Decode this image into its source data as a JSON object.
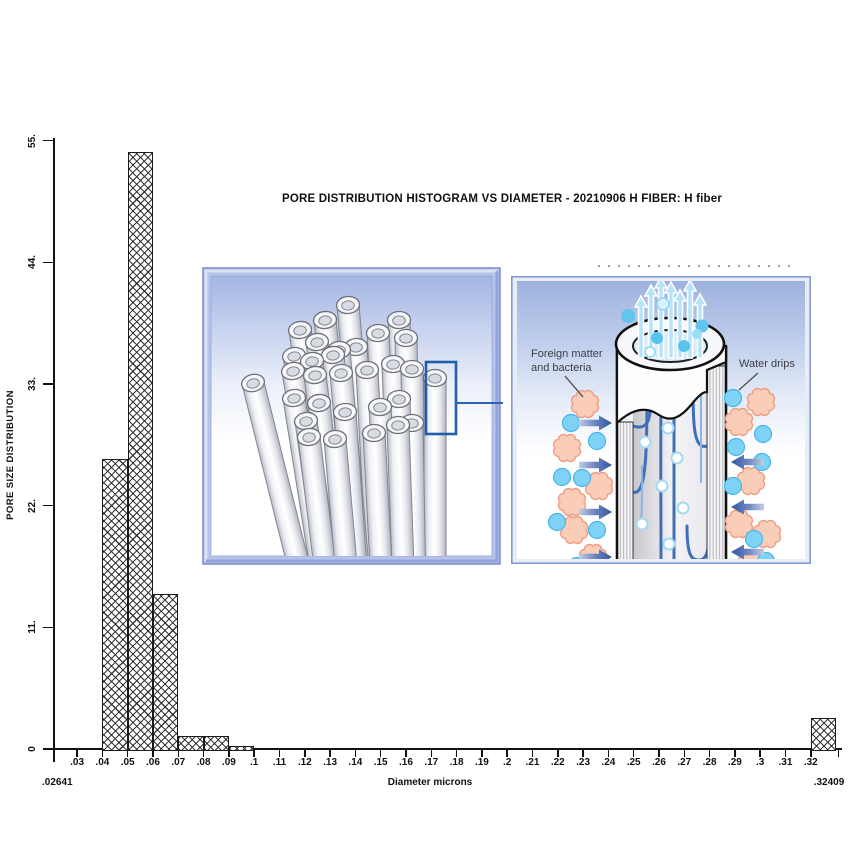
{
  "title": "PORE DISTRIBUTION HISTOGRAM VS DIAMETER - 20210906 H FIBER: H fiber",
  "axes": {
    "y_label": "PORE SIZE DISTRIBUTION",
    "x_label": "Diameter microns",
    "x_min_label": ".02641",
    "x_max_label": ".32409"
  },
  "chart_data": {
    "type": "bar",
    "title": "PORE DISTRIBUTION HISTOGRAM VS DIAMETER - 20210906 H FIBER: H fiber",
    "xlabel": "Diameter microns",
    "ylabel": "PORE SIZE DISTRIBUTION",
    "xlim": [
      0.02641,
      0.32409
    ],
    "ylim": [
      0,
      55
    ],
    "grid": false,
    "legend": "none",
    "bar_fill": "crosshatch",
    "yticks": [
      {
        "v": 0,
        "label": "0"
      },
      {
        "v": 11,
        "label": "11."
      },
      {
        "v": 22,
        "label": "22."
      },
      {
        "v": 33,
        "label": "33."
      },
      {
        "v": 44,
        "label": "44."
      },
      {
        "v": 55,
        "label": "55."
      }
    ],
    "xticks": [
      {
        "v": 0.03,
        "label": ".03"
      },
      {
        "v": 0.04,
        "label": ".04"
      },
      {
        "v": 0.05,
        "label": ".05"
      },
      {
        "v": 0.06,
        "label": ".06"
      },
      {
        "v": 0.07,
        "label": ".07"
      },
      {
        "v": 0.08,
        "label": ".08"
      },
      {
        "v": 0.09,
        "label": ".09"
      },
      {
        "v": 0.1,
        "label": ".1"
      },
      {
        "v": 0.11,
        "label": ".11"
      },
      {
        "v": 0.12,
        "label": ".12"
      },
      {
        "v": 0.13,
        "label": ".13"
      },
      {
        "v": 0.14,
        "label": ".14"
      },
      {
        "v": 0.15,
        "label": ".15"
      },
      {
        "v": 0.16,
        "label": ".16"
      },
      {
        "v": 0.17,
        "label": ".17"
      },
      {
        "v": 0.18,
        "label": ".18"
      },
      {
        "v": 0.19,
        "label": ".19"
      },
      {
        "v": 0.2,
        "label": ".2"
      },
      {
        "v": 0.21,
        "label": ".21"
      },
      {
        "v": 0.22,
        "label": ".22"
      },
      {
        "v": 0.23,
        "label": ".23"
      },
      {
        "v": 0.24,
        "label": ".24"
      },
      {
        "v": 0.25,
        "label": ".25"
      },
      {
        "v": 0.26,
        "label": ".26"
      },
      {
        "v": 0.27,
        "label": ".27"
      },
      {
        "v": 0.28,
        "label": ".28"
      },
      {
        "v": 0.29,
        "label": ".29"
      },
      {
        "v": 0.3,
        "label": ".3"
      },
      {
        "v": 0.31,
        "label": ".31"
      },
      {
        "v": 0.32,
        "label": ".32"
      },
      {
        "v": 0.331,
        "label": ""
      }
    ],
    "bins": [
      {
        "x0": 0.04,
        "x1": 0.05,
        "count": 26.2
      },
      {
        "x0": 0.05,
        "x1": 0.06,
        "count": 54.0
      },
      {
        "x0": 0.06,
        "x1": 0.07,
        "count": 14.0
      },
      {
        "x0": 0.07,
        "x1": 0.08,
        "count": 1.2
      },
      {
        "x0": 0.08,
        "x1": 0.09,
        "count": 1.2
      },
      {
        "x0": 0.09,
        "x1": 0.1,
        "count": 0.3
      },
      {
        "x0": 0.32,
        "x1": 0.33,
        "count": 2.8
      }
    ]
  },
  "insets": {
    "right": {
      "foreign_line1": "Foreign matter",
      "foreign_line2": "and bacteria",
      "water_label": "Water drips"
    }
  },
  "colors": {
    "highlight_blue": "#1f5fae",
    "frame_periwinkle": "#b6c3ea",
    "bacteria_pink": "#f9cdb8",
    "water_blue": "#7ed2f5",
    "flow_arrow_blue": "#2e55a0"
  }
}
